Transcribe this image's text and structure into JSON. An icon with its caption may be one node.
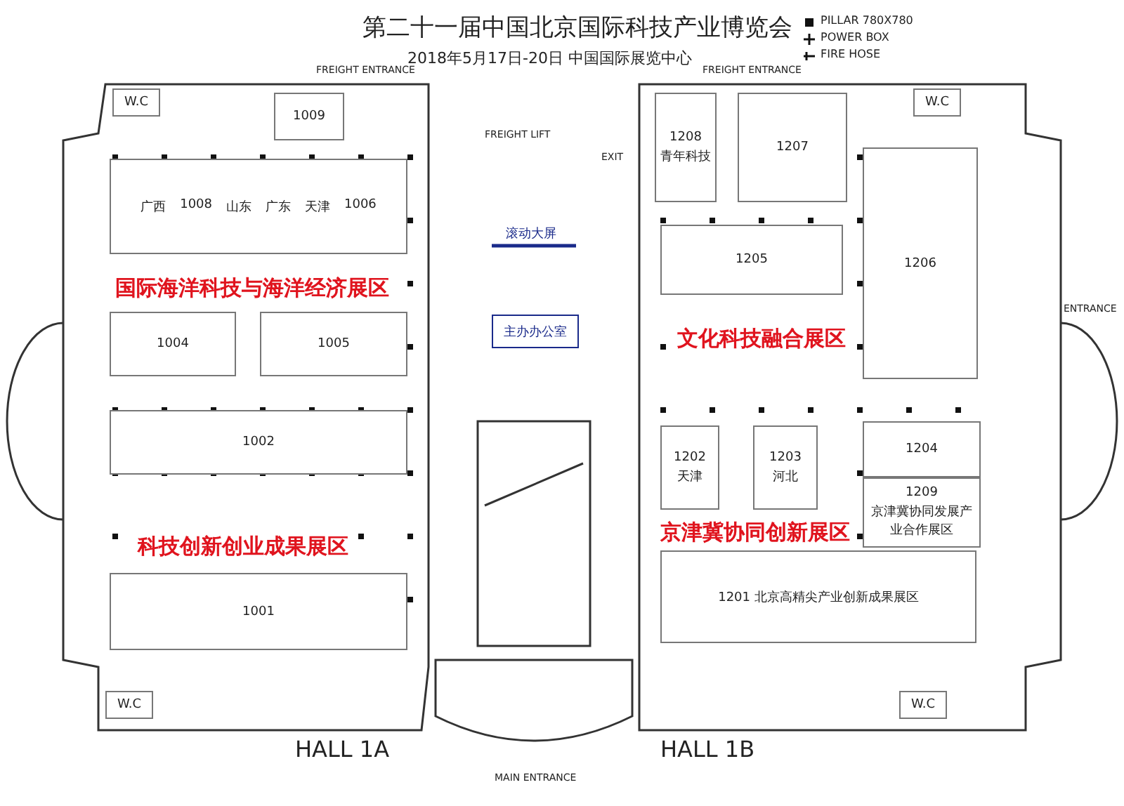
{
  "diagram": {
    "title": "第二十一届中国北京国际科技产业博览会",
    "nodes": [
      {
        "text": [
          "1009"
        ]
      },
      {
        "text": [
          "广西",
          "1008",
          "山东",
          "广东",
          "天津",
          "1006"
        ]
      },
      {
        "text": [
          "1004"
        ]
      },
      {
        "text": [
          "1005"
        ]
      },
      {
        "text": [
          "1002"
        ]
      },
      {
        "text": [
          "1001"
        ]
      },
      {
        "text": [
          "1208",
          "青年科技"
        ]
      },
      {
        "text": [
          "1207"
        ]
      },
      {
        "text": [
          "1205"
        ]
      },
      {
        "text": [
          "1206"
        ]
      },
      {
        "text": [
          "1202",
          "天津"
        ]
      },
      {
        "text": [
          "1203",
          "河北"
        ]
      },
      {
        "text": [
          "1204"
        ]
      },
      {
        "text": [
          "1209",
          "京津冀协同发展产业合作展区"
        ]
      },
      {
        "text": [
          "1201 北京高精尖产业创新成果展区"
        ]
      },
      {
        "text": [
          "主办办公室"
        ]
      },
      {
        "text": [
          "W.C"
        ]
      },
      {
        "text": [
          "W.C"
        ]
      },
      {
        "text": [
          "W.C"
        ]
      },
      {
        "text": [
          "W.C"
        ]
      }
    ],
    "labels": [
      "2018年5月17日-20日 中国国际展览中心",
      "FREIGHT ENTRANCE",
      "FREIGHT ENTRANCE",
      "FREIGHT LIFT",
      "滚动大屏",
      "国际海洋科技与海洋经济展区",
      "文化科技融合展区",
      "EXIT",
      "ENTRANCE",
      "京津冀协同创新展区",
      "科技创新创业成果展区",
      "HALL 1A",
      "HALL 1B",
      "MAIN ENTRANCE"
    ],
    "legend": [
      {
        "text": "PILLAR 780X780"
      },
      {
        "text": "POWER BOX"
      },
      {
        "text": "FIRE HOSE"
      }
    ]
  }
}
